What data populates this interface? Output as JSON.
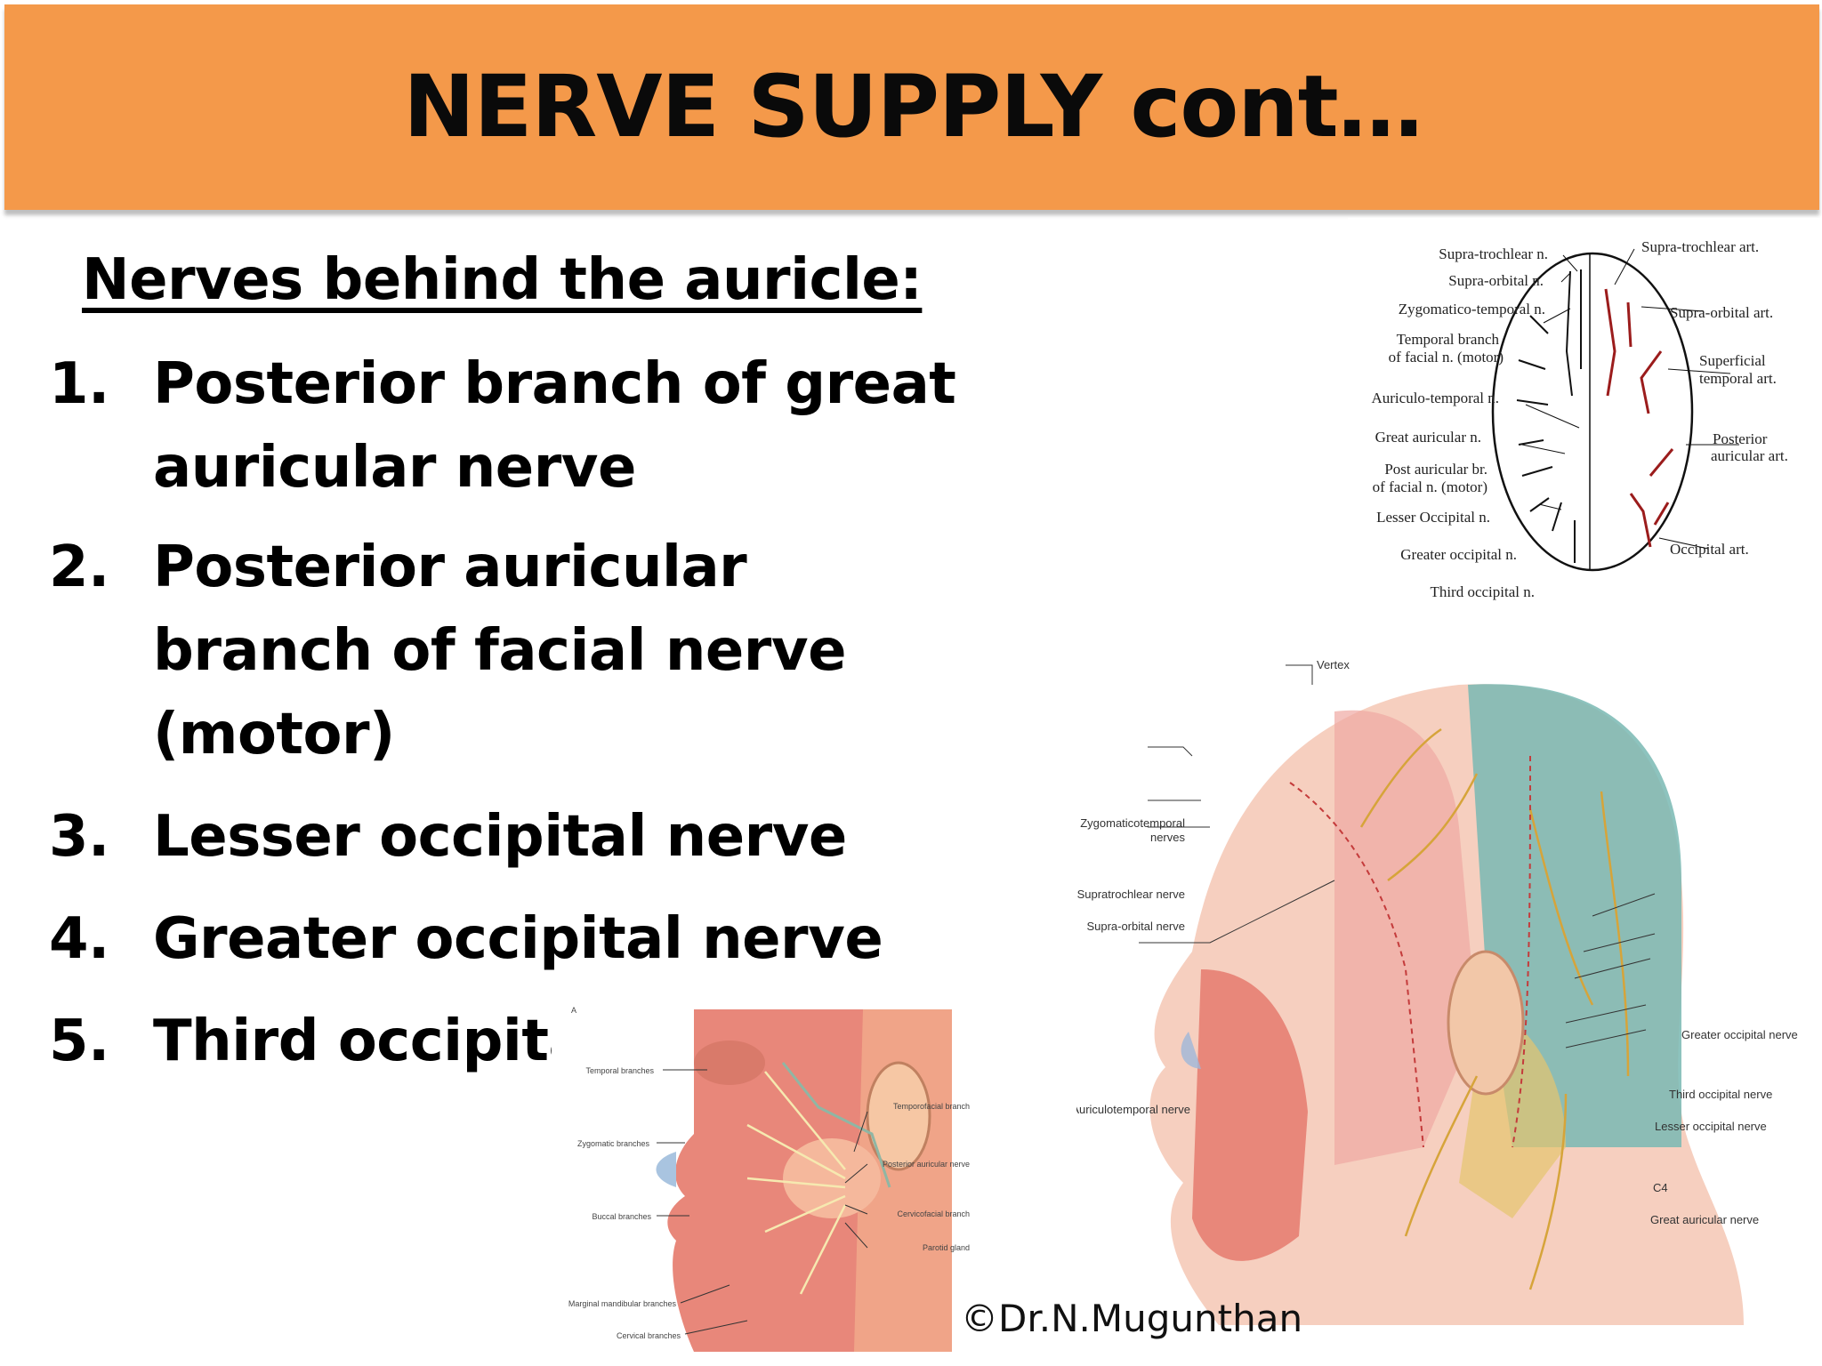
{
  "title": "NERVE SUPPLY cont…",
  "heading": "Nerves behind the auricle:",
  "nerves": [
    {
      "num": "1.",
      "text": "Posterior branch of great auricular nerve"
    },
    {
      "num": "2.",
      "text": "Posterior auricular branch of facial nerve (motor)"
    },
    {
      "num": "3.",
      "text": "Lesser occipital nerve"
    },
    {
      "num": "4.",
      "text": "Greater occipital nerve"
    },
    {
      "num": "5.",
      "text": "Third occipital nerve"
    }
  ],
  "top_diagram": {
    "left_labels": [
      "Supra-trochlear n.",
      "Supra-orbital n.",
      "Zygomatico-temporal n.",
      "Temporal branch",
      "of facial n. (motor)",
      "Auriculo-temporal n.",
      "Great auricular n.",
      "Post auricular br.",
      "of facial n. (motor)",
      "Lesser Occipital n.",
      "Greater occipital n.",
      "Third occipital n."
    ],
    "right_labels": [
      "Supra-trochlear art.",
      "Supra-orbital art.",
      "Superficial",
      "temporal art.",
      "Posterior",
      "auricular art.",
      "Occipital art."
    ]
  },
  "head_diagram": {
    "top_label": "Vertex",
    "left_labels": [
      "Zygomaticotemporal",
      "nerves",
      "Supratrochlear nerve",
      "Supra-orbital nerve",
      "Auriculotemporal nerve"
    ],
    "right_labels": [
      "Greater occipital nerve",
      "Third occipital nerve",
      "Lesser occipital nerve",
      "C4",
      "Great auricular nerve"
    ]
  },
  "face_diagram": {
    "panel_letter": "A",
    "left_labels": [
      "Temporal branches",
      "Zygomatic branches",
      "Buccal branches",
      "Marginal mandibular branches",
      "Cervical branches"
    ],
    "right_labels": [
      "Temporofacial branch",
      "Posterior auricular nerve",
      "Cervicofacial branch",
      "Parotid gland"
    ]
  },
  "copyright": "©Dr.N.Mugunthan",
  "colors": {
    "title_bar": "#f4994a",
    "artery": "#9b1c1c",
    "muscle": "#e8877a",
    "nerve": "#d6a43a"
  }
}
